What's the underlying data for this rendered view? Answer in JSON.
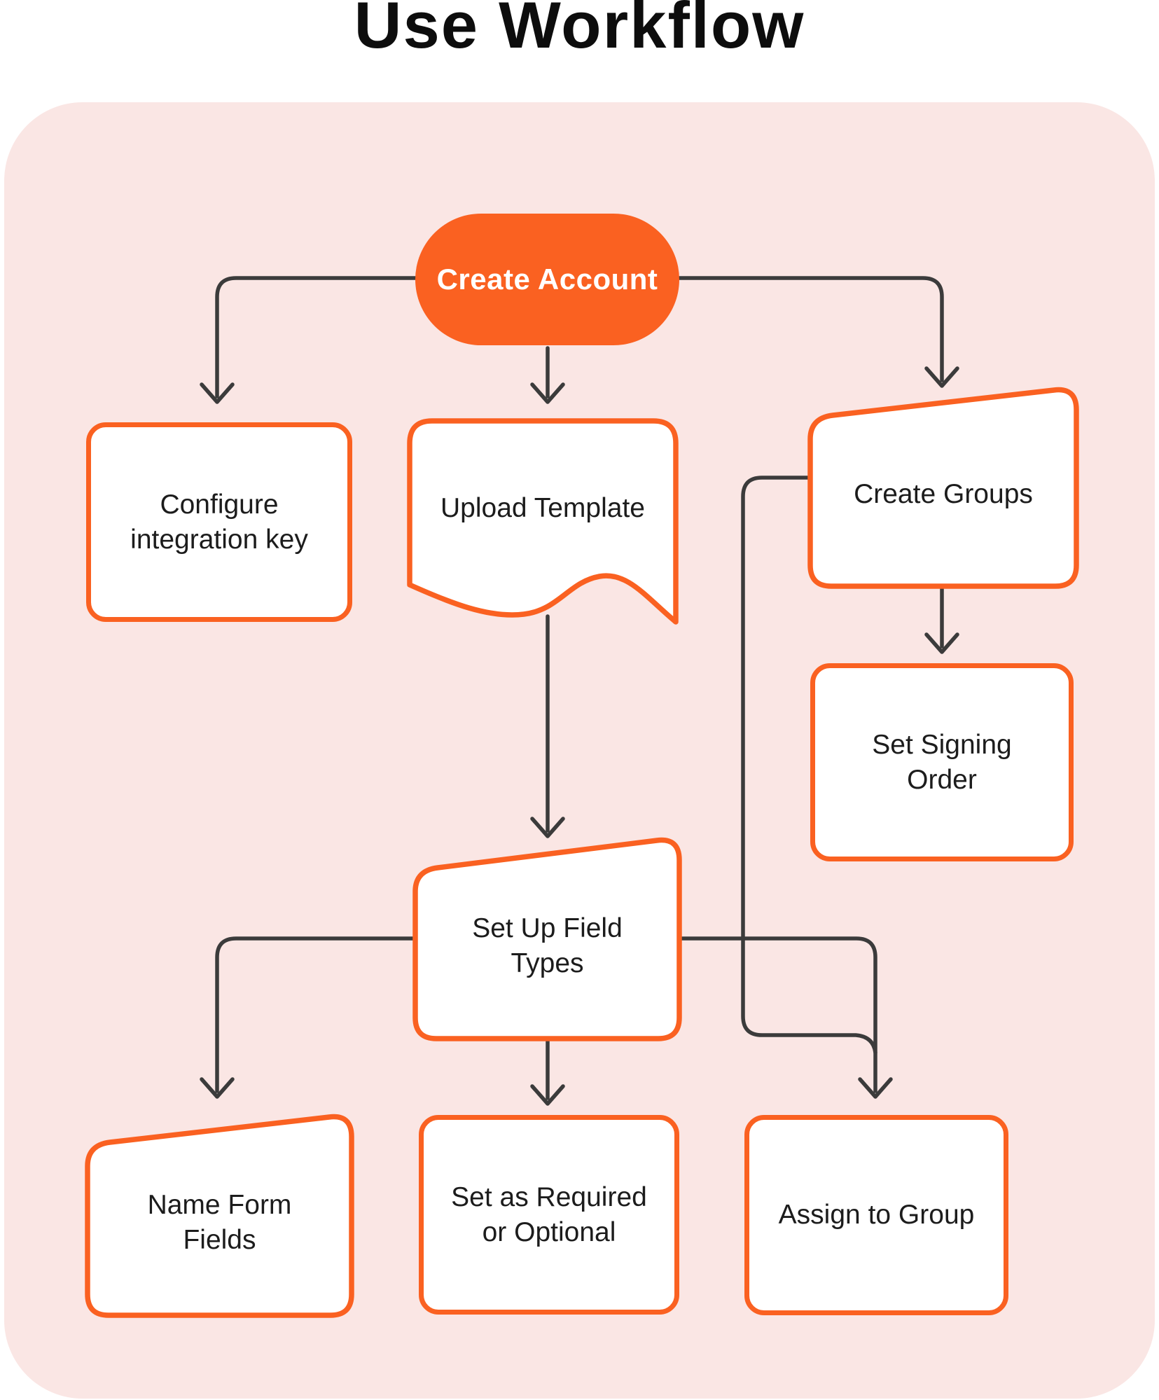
{
  "title": "Use Workflow",
  "colors": {
    "orange": "#FA6121",
    "pink": "#FAE6E4",
    "line": "#3B3B3B",
    "text": "#1C1C1C",
    "white": "#FFFFFF"
  },
  "nodes": [
    {
      "id": "create-account",
      "label": "Create Account",
      "shape": "pill"
    },
    {
      "id": "configure-integration-key",
      "label": "Configure\nintegration key",
      "shape": "rounded-rect"
    },
    {
      "id": "upload-template",
      "label": "Upload Template",
      "shape": "document"
    },
    {
      "id": "create-groups",
      "label": "Create Groups",
      "shape": "slant-top"
    },
    {
      "id": "set-signing-order",
      "label": "Set Signing\nOrder",
      "shape": "rounded-rect"
    },
    {
      "id": "set-up-field-types",
      "label": "Set Up Field\nTypes",
      "shape": "slant-top"
    },
    {
      "id": "name-form-fields",
      "label": "Name Form\nFields",
      "shape": "slant-top"
    },
    {
      "id": "set-as-required-or-optional",
      "label": "Set as Required\nor Optional",
      "shape": "rounded-rect"
    },
    {
      "id": "assign-to-group",
      "label": "Assign to Group",
      "shape": "rounded-rect"
    }
  ],
  "edges": [
    {
      "from": "create-account",
      "to": "configure-integration-key"
    },
    {
      "from": "create-account",
      "to": "upload-template"
    },
    {
      "from": "create-account",
      "to": "create-groups"
    },
    {
      "from": "upload-template",
      "to": "set-up-field-types"
    },
    {
      "from": "create-groups",
      "to": "set-signing-order"
    },
    {
      "from": "create-groups",
      "to": "assign-to-group"
    },
    {
      "from": "set-up-field-types",
      "to": "name-form-fields"
    },
    {
      "from": "set-up-field-types",
      "to": "set-as-required-or-optional"
    },
    {
      "from": "set-up-field-types",
      "to": "assign-to-group"
    }
  ]
}
